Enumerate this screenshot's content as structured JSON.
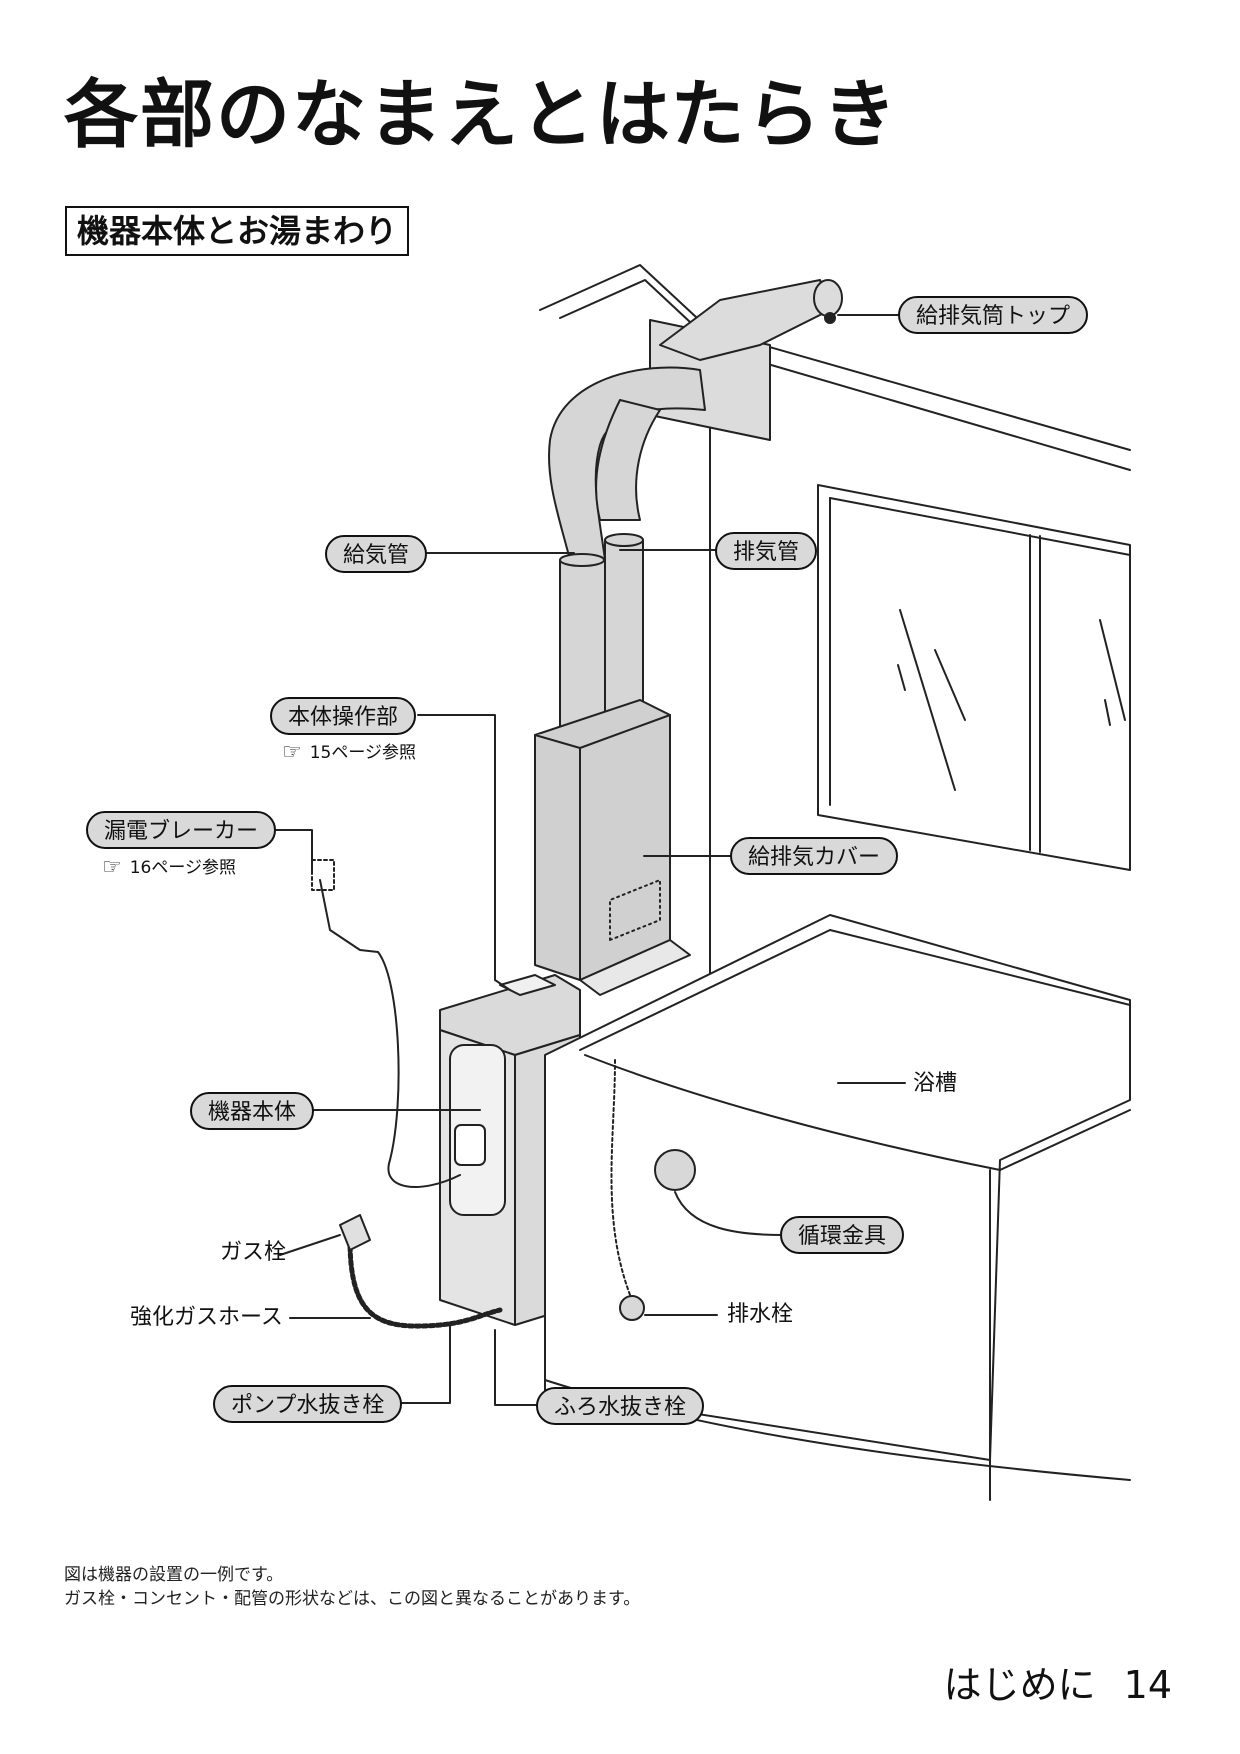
{
  "page": {
    "title": "各部のなまえとはたらき",
    "section_title": "機器本体とお湯まわり",
    "footer": {
      "chapter": "はじめに",
      "page_number": "14"
    },
    "notes": [
      "図は機器の設置の一例です。",
      "ガス栓・コンセント・配管の形状などは、この図と異なることがあります。"
    ]
  },
  "labels": {
    "exhaust_top": "給排気筒トップ",
    "intake_pipe": "給気管",
    "exhaust_pipe": "排気管",
    "control_unit": "本体操作部",
    "control_unit_ref": "15ページ参照",
    "breaker": "漏電ブレーカー",
    "breaker_ref": "16ページ参照",
    "vent_cover": "給排気カバー",
    "unit_body": "機器本体",
    "bathtub": "浴槽",
    "gas_valve": "ガス栓",
    "circulation_fitting": "循環金具",
    "gas_hose": "強化ガスホース",
    "drain_plug": "排水栓",
    "pump_drain": "ポンプ水抜き栓",
    "bath_drain": "ふろ水抜き栓"
  },
  "icons": {
    "reference": "pointing-hand-icon"
  }
}
